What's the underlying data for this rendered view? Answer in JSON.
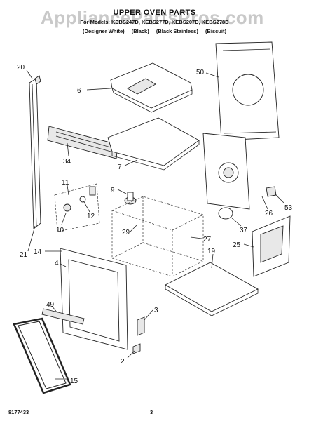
{
  "watermark": "AppliancePartsPros.com",
  "header": {
    "title": "UPPER OVEN PARTS",
    "subtitle": "For Models: KEBS247D, KEBS277D, KEBS207D, KEBS278D",
    "colors": [
      "(Designer White)",
      "(Black)",
      "(Black Stainless)",
      "(Biscuit)"
    ]
  },
  "callouts": {
    "c20": "20",
    "c6": "6",
    "c50": "50",
    "c34": "34",
    "c7": "7",
    "c11": "11",
    "c9": "9",
    "c26": "26",
    "c53": "53",
    "c12": "12",
    "c10": "10",
    "c37": "37",
    "c29": "29",
    "c27": "27",
    "c19": "19",
    "c25": "25",
    "c21": "21",
    "c14": "14",
    "c4": "4",
    "c49": "49",
    "c3": "3",
    "c2": "2",
    "c15": "15"
  },
  "footer": {
    "doc_number": "8177433",
    "page": "3"
  }
}
